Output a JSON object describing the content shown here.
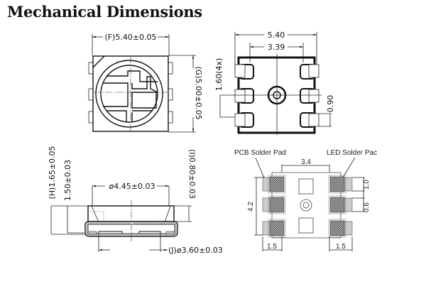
{
  "title": "Mechanical Dimensions",
  "top_view": {
    "width_label": "(F)5.40±0.05",
    "height_label": "(G)5.00±0.05"
  },
  "bottom_view": {
    "width_label": "5.40",
    "inner_width_label": "3.39",
    "pitch_label": "1.60(4x)",
    "pad_label": "0.90"
  },
  "side_view": {
    "total_height_label": "(H)1.65±0.05",
    "body_height_label": "1.50±0.03",
    "lens_diameter_label": "ø4.45±0.03",
    "lens_height_label": "(I)0.80±0.03",
    "inner_diameter_label": "(J)ø3.60±0.03"
  },
  "footprint": {
    "pcb_pad_label": "PCB Solder Pad",
    "led_pad_label": "LED Solder Pac",
    "span_label": "3.4",
    "height_label": "4.2",
    "pad_height_label": "1.0",
    "pad_gap_label": "0.6",
    "left_pad_width_label": "1.5",
    "right_pad_width_label": "1.5"
  }
}
